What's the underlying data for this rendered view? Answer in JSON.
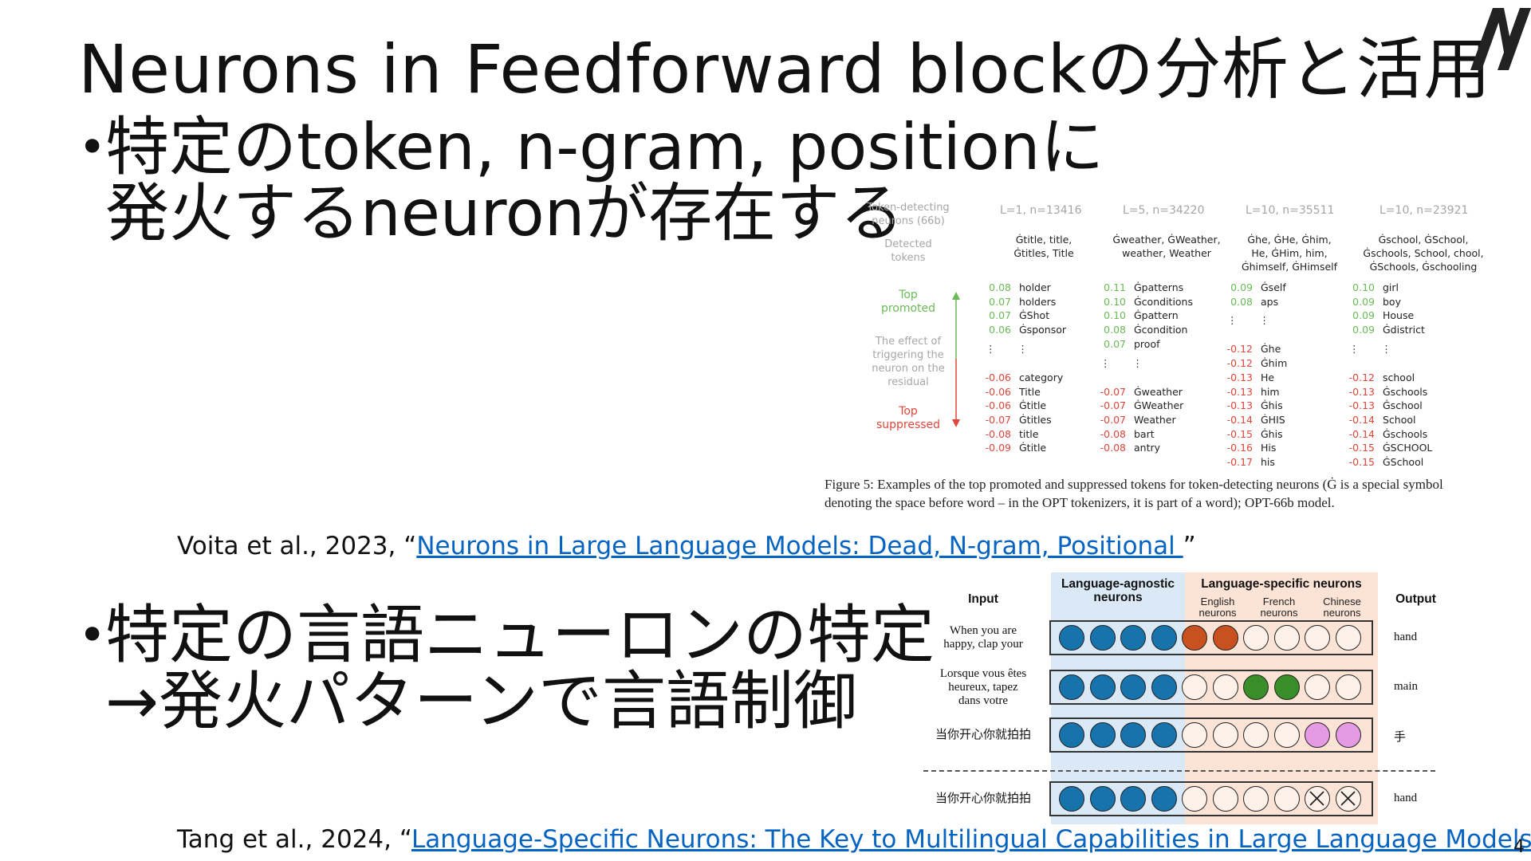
{
  "title": "Neurons in Feedforward blockの分析と活用",
  "logo_icon": "logo-mark",
  "bullet1": {
    "line1": "特定のtoken, n-gram, positionに",
    "line2": "発火するneuronが存在する"
  },
  "bullet2": {
    "line1": "特定の言語ニューロンの特定",
    "line2": "→発火パターンで言語制御"
  },
  "citation1": {
    "prefix": "Voita et al., 2023, “",
    "link": "Neurons in Large Language Models: Dead, N-gram, Positional ",
    "suffix": "”"
  },
  "citation2": {
    "prefix": "Tang et al., 2024, “",
    "link": "Language-Specific Neurons: The Key to Multilingual Capabilities in Large Language Models",
    "suffix": "”"
  },
  "page_number": "4",
  "figure1": {
    "label_title": [
      "Token-detecting",
      "neurons (66b)"
    ],
    "label_detected": [
      "Detected",
      "tokens"
    ],
    "label_top_promoted": [
      "Top",
      "promoted"
    ],
    "label_effect": [
      "The effect of",
      "triggering the",
      "neuron on the",
      "residual"
    ],
    "label_top_suppressed": [
      "Top",
      "suppressed"
    ],
    "columns": [
      {
        "header": "L=1, n=13416",
        "detected": [
          "Ġtitle, title,",
          "Ġtitles, Title"
        ],
        "promoted": [
          [
            "0.08",
            "holder"
          ],
          [
            "0.07",
            "holders"
          ],
          [
            "0.07",
            "ĠShot"
          ],
          [
            "0.06",
            "Ġsponsor"
          ]
        ],
        "suppressed": [
          [
            "-0.06",
            "category"
          ],
          [
            "-0.06",
            "Title"
          ],
          [
            "-0.06",
            "Ġtitle"
          ],
          [
            "-0.07",
            "Ġtitles"
          ],
          [
            "-0.08",
            "title"
          ],
          [
            "-0.09",
            "Ġtitle"
          ]
        ]
      },
      {
        "header": "L=5, n=34220",
        "detected": [
          "Ġweather, ĠWeather,",
          "weather, Weather"
        ],
        "promoted": [
          [
            "0.11",
            "Ġpatterns"
          ],
          [
            "0.10",
            "Ġconditions"
          ],
          [
            "0.10",
            "Ġpattern"
          ],
          [
            "0.08",
            "Ġcondition"
          ],
          [
            "0.07",
            "proof"
          ]
        ],
        "suppressed": [
          [
            "-0.07",
            "Ġweather"
          ],
          [
            "-0.07",
            "ĠWeather"
          ],
          [
            "-0.07",
            "Weather"
          ],
          [
            "-0.08",
            "bart"
          ],
          [
            "-0.08",
            "antry"
          ]
        ]
      },
      {
        "header": "L=10, n=35511",
        "detected": [
          "Ġhe, ĠHe, Ġhim,",
          "He, ĠHim, him,",
          "Ġhimself, ĠHimself"
        ],
        "promoted": [
          [
            "0.09",
            "Ġself"
          ],
          [
            "0.08",
            "aps"
          ]
        ],
        "suppressed": [
          [
            "-0.12",
            "Ġhe"
          ],
          [
            "-0.12",
            "Ġhim"
          ],
          [
            "-0.13",
            "He"
          ],
          [
            "-0.13",
            "him"
          ],
          [
            "-0.13",
            "Ġhis"
          ],
          [
            "-0.14",
            "ĠHIS"
          ],
          [
            "-0.15",
            "Ġhis"
          ],
          [
            "-0.16",
            "His"
          ],
          [
            "-0.17",
            "his"
          ]
        ]
      },
      {
        "header": "L=10, n=23921",
        "detected": [
          "Ġschool, ĠSchool,",
          "Ġschools, School, chool,",
          "ĠSchools, Ġschooling"
        ],
        "promoted": [
          [
            "0.10",
            "girl"
          ],
          [
            "0.09",
            "boy"
          ],
          [
            "0.09",
            "House"
          ],
          [
            "0.09",
            "Ġdistrict"
          ]
        ],
        "suppressed": [
          [
            "-0.12",
            "school"
          ],
          [
            "-0.13",
            "Ġschools"
          ],
          [
            "-0.13",
            "Ġschool"
          ],
          [
            "-0.14",
            "School"
          ],
          [
            "-0.14",
            "Ġschools"
          ],
          [
            "-0.15",
            "ĠSCHOOL"
          ],
          [
            "-0.15",
            "ĠSchool"
          ]
        ]
      }
    ],
    "caption_line1": "Figure 5: Examples of the top promoted and suppressed tokens for token-detecting neurons (Ġ is a special symbol",
    "caption_line2": "denoting the space before word – in the OPT tokenizers, it is part of a word); OPT-66b model.",
    "colors": {
      "positive": "#6aba56",
      "negative": "#e0463a",
      "label_gray": "#a6a6a6"
    }
  },
  "figure2": {
    "header_input": "Input",
    "header_agnostic": [
      "Language-agnostic",
      "neurons"
    ],
    "header_specific": "Language-specific neurons",
    "sub_english": [
      "English",
      "neurons"
    ],
    "sub_french": [
      "French",
      "neurons"
    ],
    "sub_chinese": [
      "Chinese",
      "neurons"
    ],
    "header_output": "Output",
    "rows": [
      {
        "input": [
          "When you are",
          "happy, clap your"
        ],
        "output": "hand",
        "states": [
          "b",
          "b",
          "b",
          "b",
          "o",
          "o",
          "e",
          "e",
          "e",
          "e"
        ]
      },
      {
        "input": [
          "Lorsque vous êtes",
          "heureux, tapez",
          "dans votre"
        ],
        "output": "main",
        "states": [
          "b",
          "b",
          "b",
          "b",
          "e",
          "e",
          "g",
          "g",
          "e",
          "e"
        ]
      },
      {
        "input": [
          "当你开心你就拍拍"
        ],
        "output": "手",
        "states": [
          "b",
          "b",
          "b",
          "b",
          "e",
          "e",
          "e",
          "e",
          "p",
          "p"
        ]
      },
      {
        "input": [
          "当你开心你就拍拍"
        ],
        "output": "hand",
        "states": [
          "b",
          "b",
          "b",
          "b",
          "e",
          "e",
          "e",
          "e",
          "x",
          "x"
        ]
      }
    ],
    "colors": {
      "agnostic_bg": "#dbe9f6",
      "specific_bg": "#fbe3d5",
      "blue": "#1673ab",
      "orange": "#c9501f",
      "green": "#3a8e2a",
      "pink": "#e49be4",
      "empty": "#fdf1ea"
    }
  }
}
